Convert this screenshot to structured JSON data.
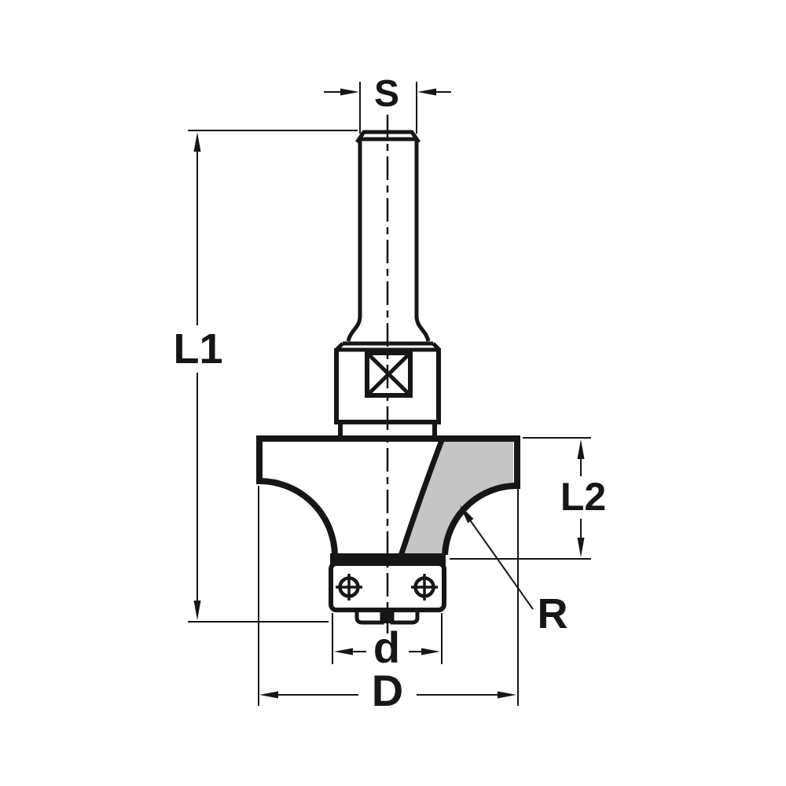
{
  "labels": {
    "shank_diameter": "S",
    "overall_length": "L1",
    "cutting_edge_length": "L2",
    "radius": "R",
    "bearing_diameter": "d",
    "cutting_diameter": "D"
  },
  "colors": {
    "line": "#161616",
    "flute_face": "#c5c5c5",
    "background": "#ffffff"
  }
}
